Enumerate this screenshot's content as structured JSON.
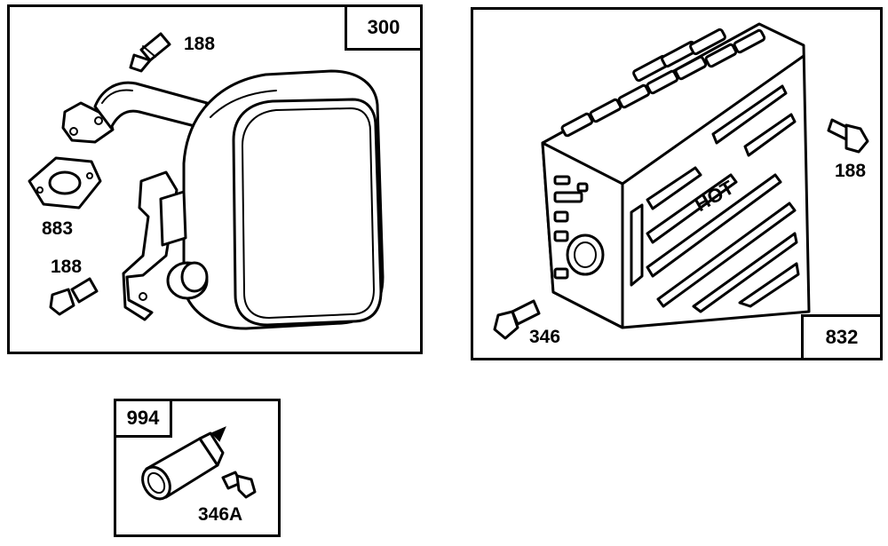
{
  "panels": {
    "muffler": {
      "tag": "300",
      "labels": {
        "bolt_top": "188",
        "gasket": "883",
        "bolt_left": "188"
      }
    },
    "guard": {
      "tag": "832",
      "labels": {
        "bolt_right": "188",
        "screw_bottom": "346"
      },
      "embossed_text": "HOT"
    },
    "spark_arrester": {
      "tag": "994",
      "labels": {
        "screw": "346A"
      }
    }
  }
}
